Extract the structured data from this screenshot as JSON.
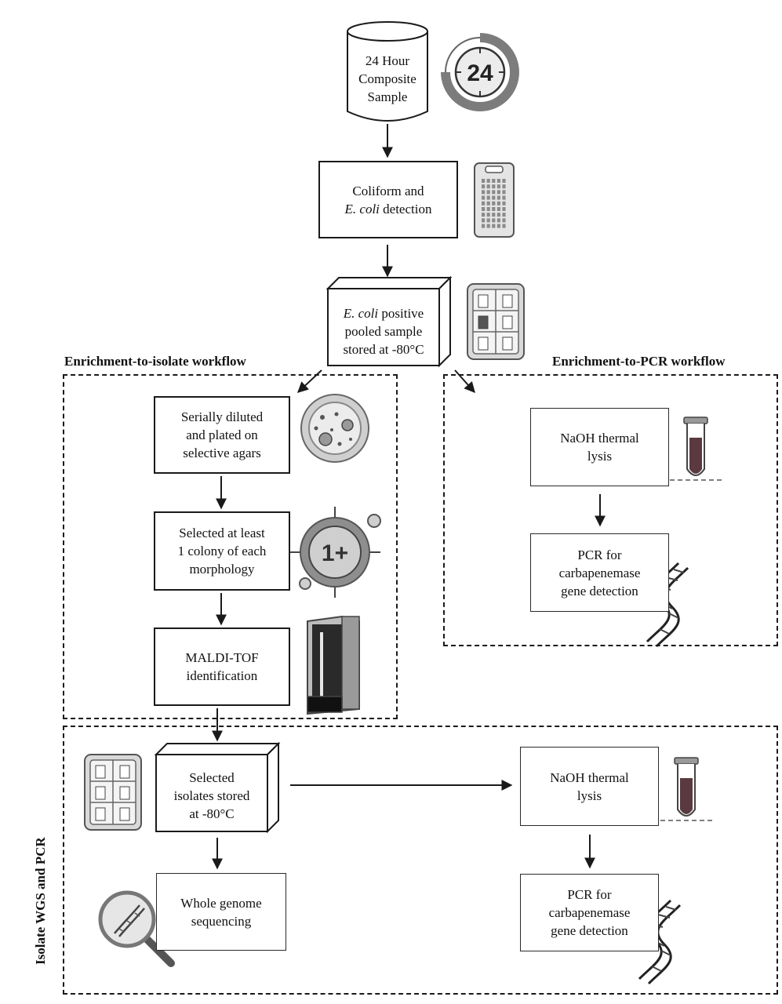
{
  "steps": {
    "composite_sample": [
      "24 Hour",
      "Composite",
      "Sample"
    ],
    "coliform": {
      "line1": "Coliform and",
      "line2_italic": "E. coli",
      "line2_rest": " detection"
    },
    "pooled": {
      "line1_italic": "E. coli",
      "line1_rest": " positive",
      "line2": "pooled sample",
      "line3": "stored at -80°C"
    }
  },
  "clock_badge": "24",
  "colony_badge": "1+",
  "sections": {
    "isolate": {
      "heading": "Enrichment-to-isolate workflow",
      "steps": [
        [
          "Serially diluted",
          "and plated on",
          "selective agars"
        ],
        [
          "Selected at least",
          "1 colony of each",
          "morphology"
        ],
        [
          "MALDI-TOF",
          "identification"
        ]
      ]
    },
    "pcr": {
      "heading": "Enrichment-to-PCR workflow",
      "steps": [
        [
          "NaOH thermal",
          "lysis"
        ],
        [
          "PCR for",
          "carbapenemase",
          "gene detection"
        ]
      ]
    },
    "wgs": {
      "heading": "Isolate WGS and PCR",
      "steps": {
        "stored": [
          "Selected",
          "isolates stored",
          "at -80°C"
        ],
        "wgs": [
          "Whole genome",
          "sequencing"
        ],
        "lysis": [
          "NaOH thermal",
          "lysis"
        ],
        "pcr": [
          "PCR for",
          "carbapenemase",
          "gene detection"
        ]
      }
    }
  },
  "colors": {
    "line": "#1a1a1a",
    "icon_dark": "#444444",
    "icon_mid": "#8a8a8a",
    "icon_light": "#d6d6d6",
    "liquid": "#5a3a40"
  }
}
